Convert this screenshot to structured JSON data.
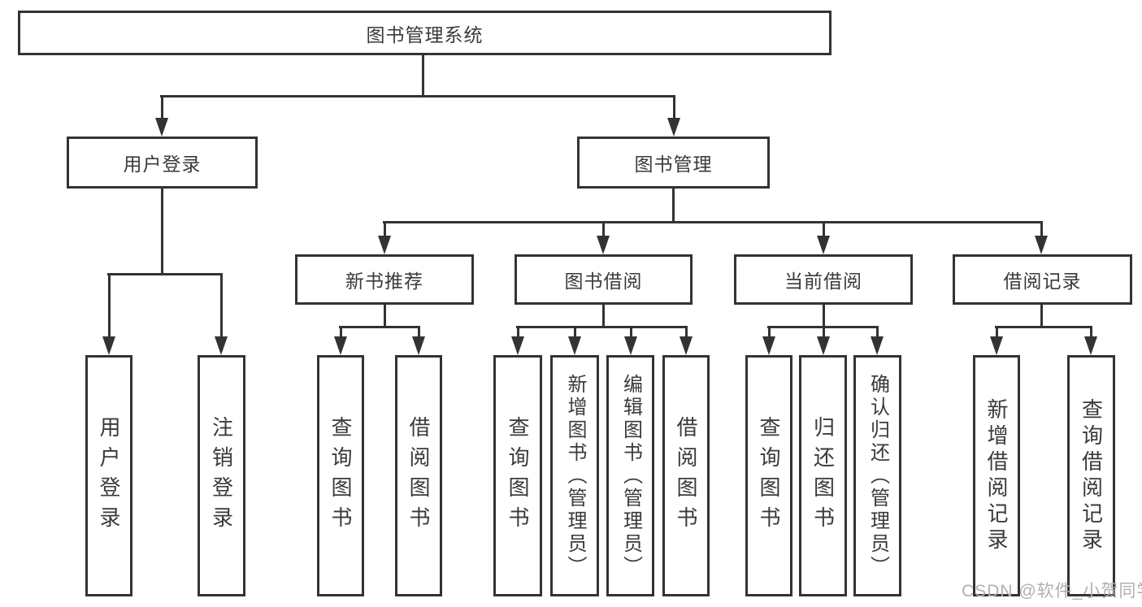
{
  "title": "图书管理系统",
  "tree": {
    "root": {
      "label": "图书管理系统"
    },
    "level2": {
      "user_login": {
        "label": "用户登录"
      },
      "book_management": {
        "label": "图书管理"
      }
    },
    "level3": {
      "new_book_recommend": {
        "label": "新书推荐"
      },
      "book_borrow": {
        "label": "图书借阅"
      },
      "current_borrow": {
        "label": "当前借阅"
      },
      "borrow_records": {
        "label": "借阅记录"
      }
    },
    "level4": {
      "user_login_leaf": {
        "label": "用户登录"
      },
      "logout": {
        "label": "注销登录"
      },
      "nb_query_books": {
        "label": "查询图书"
      },
      "nb_borrow_books": {
        "label": "借阅图书"
      },
      "bb_query_books": {
        "label": "查询图书"
      },
      "bb_add_books": {
        "label": "新增图书（管理员）"
      },
      "bb_edit_books": {
        "label": "编辑图书（管理员）"
      },
      "bb_borrow_books": {
        "label": "借阅图书"
      },
      "cb_query_books": {
        "label": "查询图书"
      },
      "cb_return_books": {
        "label": "归还图书"
      },
      "cb_confirm_return": {
        "label": "确认归还（管理员）"
      },
      "br_add_record": {
        "label": "新增借阅记录"
      },
      "br_query_record": {
        "label": "查询借阅记录"
      }
    }
  },
  "watermark": {
    "text": "CSDN @软件_小贺同学"
  },
  "colors": {
    "line": "#333333",
    "text": "#3a3a3a",
    "watermark": "#b0b0b0",
    "background": "#ffffff"
  }
}
